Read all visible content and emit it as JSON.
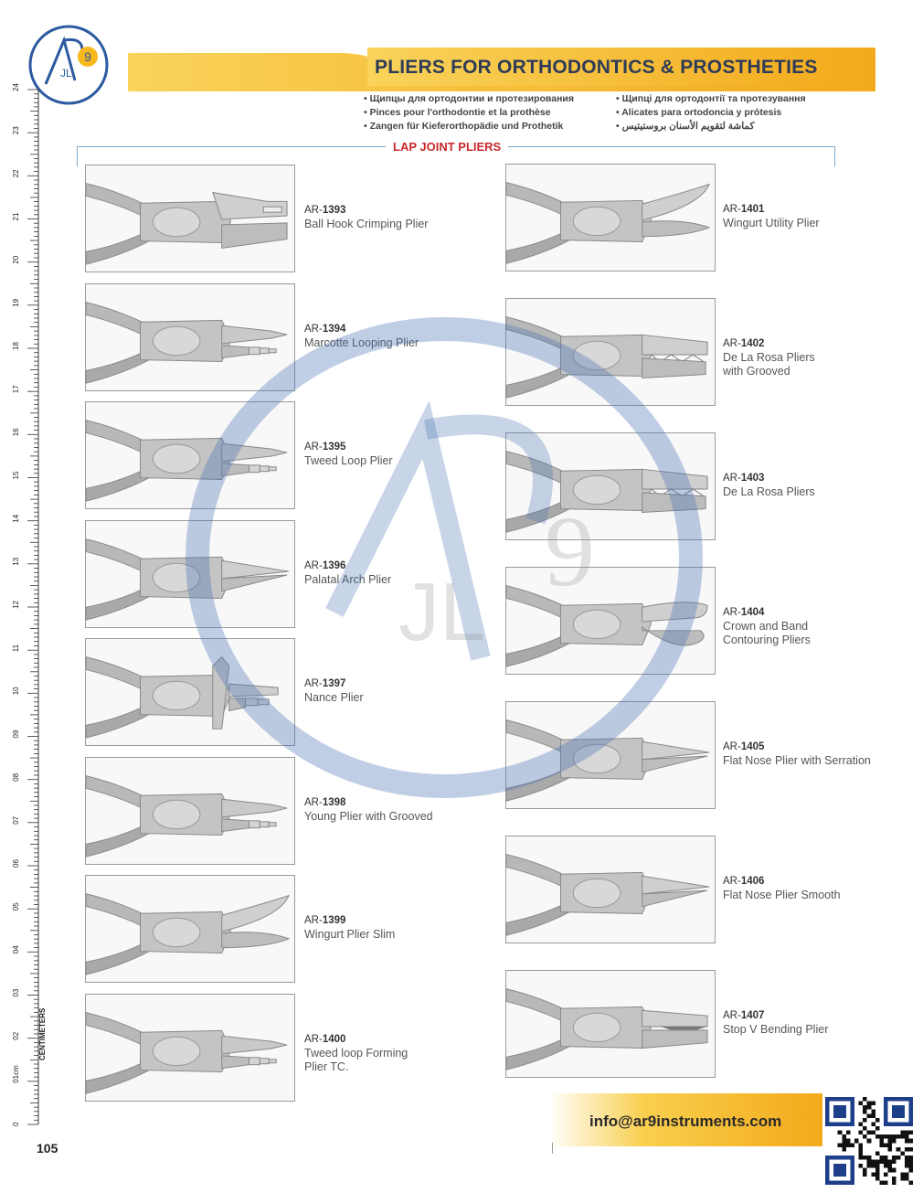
{
  "header": {
    "logo_text": "AR JL 9",
    "title": "PLIERS FOR ORTHODONTICS & PROSTHETIES",
    "languages_left": [
      "Щипцы для ортодонтии и протезирования",
      "Pinces pour l'orthodontie et la prothèse",
      "Zangen für Kieferorthopädie und Prothetik"
    ],
    "languages_right": [
      "Щипці для ортодонтії та протезування",
      "Alicates para ortodoncia y prótesis",
      "كماشة لتقويم الأسنان بروستيتيس"
    ]
  },
  "section": {
    "title": "LAP JOINT PLIERS"
  },
  "ruler": {
    "label": "CENTIMETERS",
    "marks": [
      "0",
      "01cm",
      "02",
      "03",
      "04",
      "05",
      "06",
      "07",
      "08",
      "09",
      "10",
      "11",
      "12",
      "13",
      "14",
      "15",
      "16",
      "17",
      "18",
      "19",
      "20",
      "21",
      "22",
      "23",
      "24"
    ]
  },
  "products_left": [
    {
      "prefix": "AR-",
      "code": "1393",
      "name": "Ball Hook Crimping Plier",
      "tip": "ballhook"
    },
    {
      "prefix": "AR-",
      "code": "1394",
      "name": "Marcotte Looping Plier",
      "tip": "stepped"
    },
    {
      "prefix": "AR-",
      "code": "1395",
      "name": "Tweed Loop Plier",
      "tip": "stepped"
    },
    {
      "prefix": "AR-",
      "code": "1396",
      "name": "Palatal Arch Plier",
      "tip": "long"
    },
    {
      "prefix": "AR-",
      "code": "1397",
      "name": "Nance Plier",
      "tip": "nance"
    },
    {
      "prefix": "AR-",
      "code": "1398",
      "name": "Young Plier with Grooved",
      "tip": "stepped"
    },
    {
      "prefix": "AR-",
      "code": "1399",
      "name": "Wingurt Plier Slim",
      "tip": "curved"
    },
    {
      "prefix": "AR-",
      "code": "1400",
      "name": "Tweed loop Forming\nPlier TC.",
      "tip": "stepped"
    }
  ],
  "products_right": [
    {
      "prefix": "AR-",
      "code": "1401",
      "name": "Wingurt Utility Plier",
      "tip": "curved"
    },
    {
      "prefix": "AR-",
      "code": "1402",
      "name": "De La Rosa Pliers\nwith Grooved",
      "tip": "grooved"
    },
    {
      "prefix": "AR-",
      "code": "1403",
      "name": "De La Rosa Pliers",
      "tip": "grooved"
    },
    {
      "prefix": "AR-",
      "code": "1404",
      "name": "Crown and Band\nContouring Pliers",
      "tip": "crown"
    },
    {
      "prefix": "AR-",
      "code": "1405",
      "name": "Flat Nose Plier with Serration",
      "tip": "long"
    },
    {
      "prefix": "AR-",
      "code": "1406",
      "name": "Flat Nose Plier Smooth",
      "tip": "long"
    },
    {
      "prefix": "AR-",
      "code": "1407",
      "name": "Stop V Bending Plier",
      "tip": "vbend"
    }
  ],
  "footer": {
    "email": "info@ar9instruments.com",
    "page_number": "105"
  },
  "colors": {
    "band_yellow": "#f6b81c",
    "title_navy": "#2e3b58",
    "section_red": "#c8282a",
    "rule_blue": "#7aa7c7",
    "watermark_blue": "#4a74b4"
  }
}
